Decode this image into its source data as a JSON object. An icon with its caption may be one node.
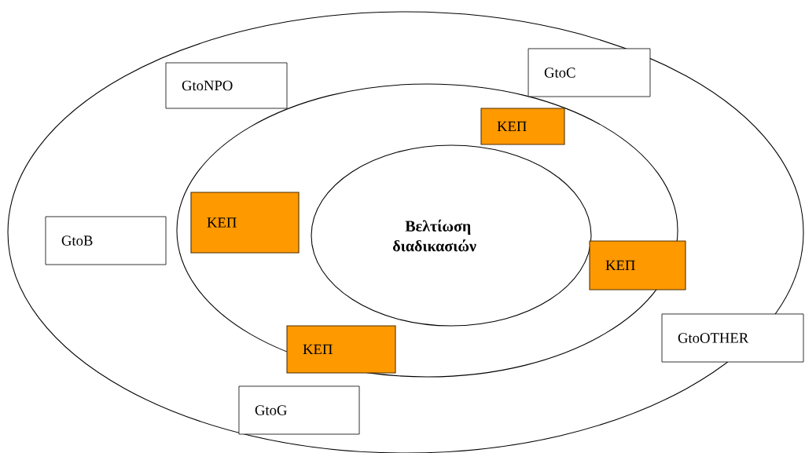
{
  "diagram": {
    "nodes": [
      {
        "text": [],
        "shape": "ellipse"
      },
      {
        "text": [
          "GtoNPO"
        ],
        "in": 0
      },
      {
        "text": [
          "GtoC"
        ],
        "in": 0
      },
      {
        "text": [],
        "shape": "ellipse",
        "in": 0
      },
      {
        "text": [
          "ΚΕΠ"
        ],
        "in": 3
      },
      {
        "text": [
          "ΚΕΠ"
        ],
        "in": 3
      },
      {
        "text": [
          "GtoB"
        ],
        "in": 0
      },
      {
        "text": [
          "Βελτίωση διαδικασιών"
        ],
        "in": 3
      },
      {
        "text": [
          "ΚΕΠ"
        ],
        "in": 0
      },
      {
        "text": [
          "GtoOTHER"
        ],
        "in": 0
      },
      {
        "text": [
          "ΚΕΠ"
        ],
        "in": 3
      },
      {
        "text": [
          "GtoG"
        ],
        "in": 0
      }
    ]
  }
}
